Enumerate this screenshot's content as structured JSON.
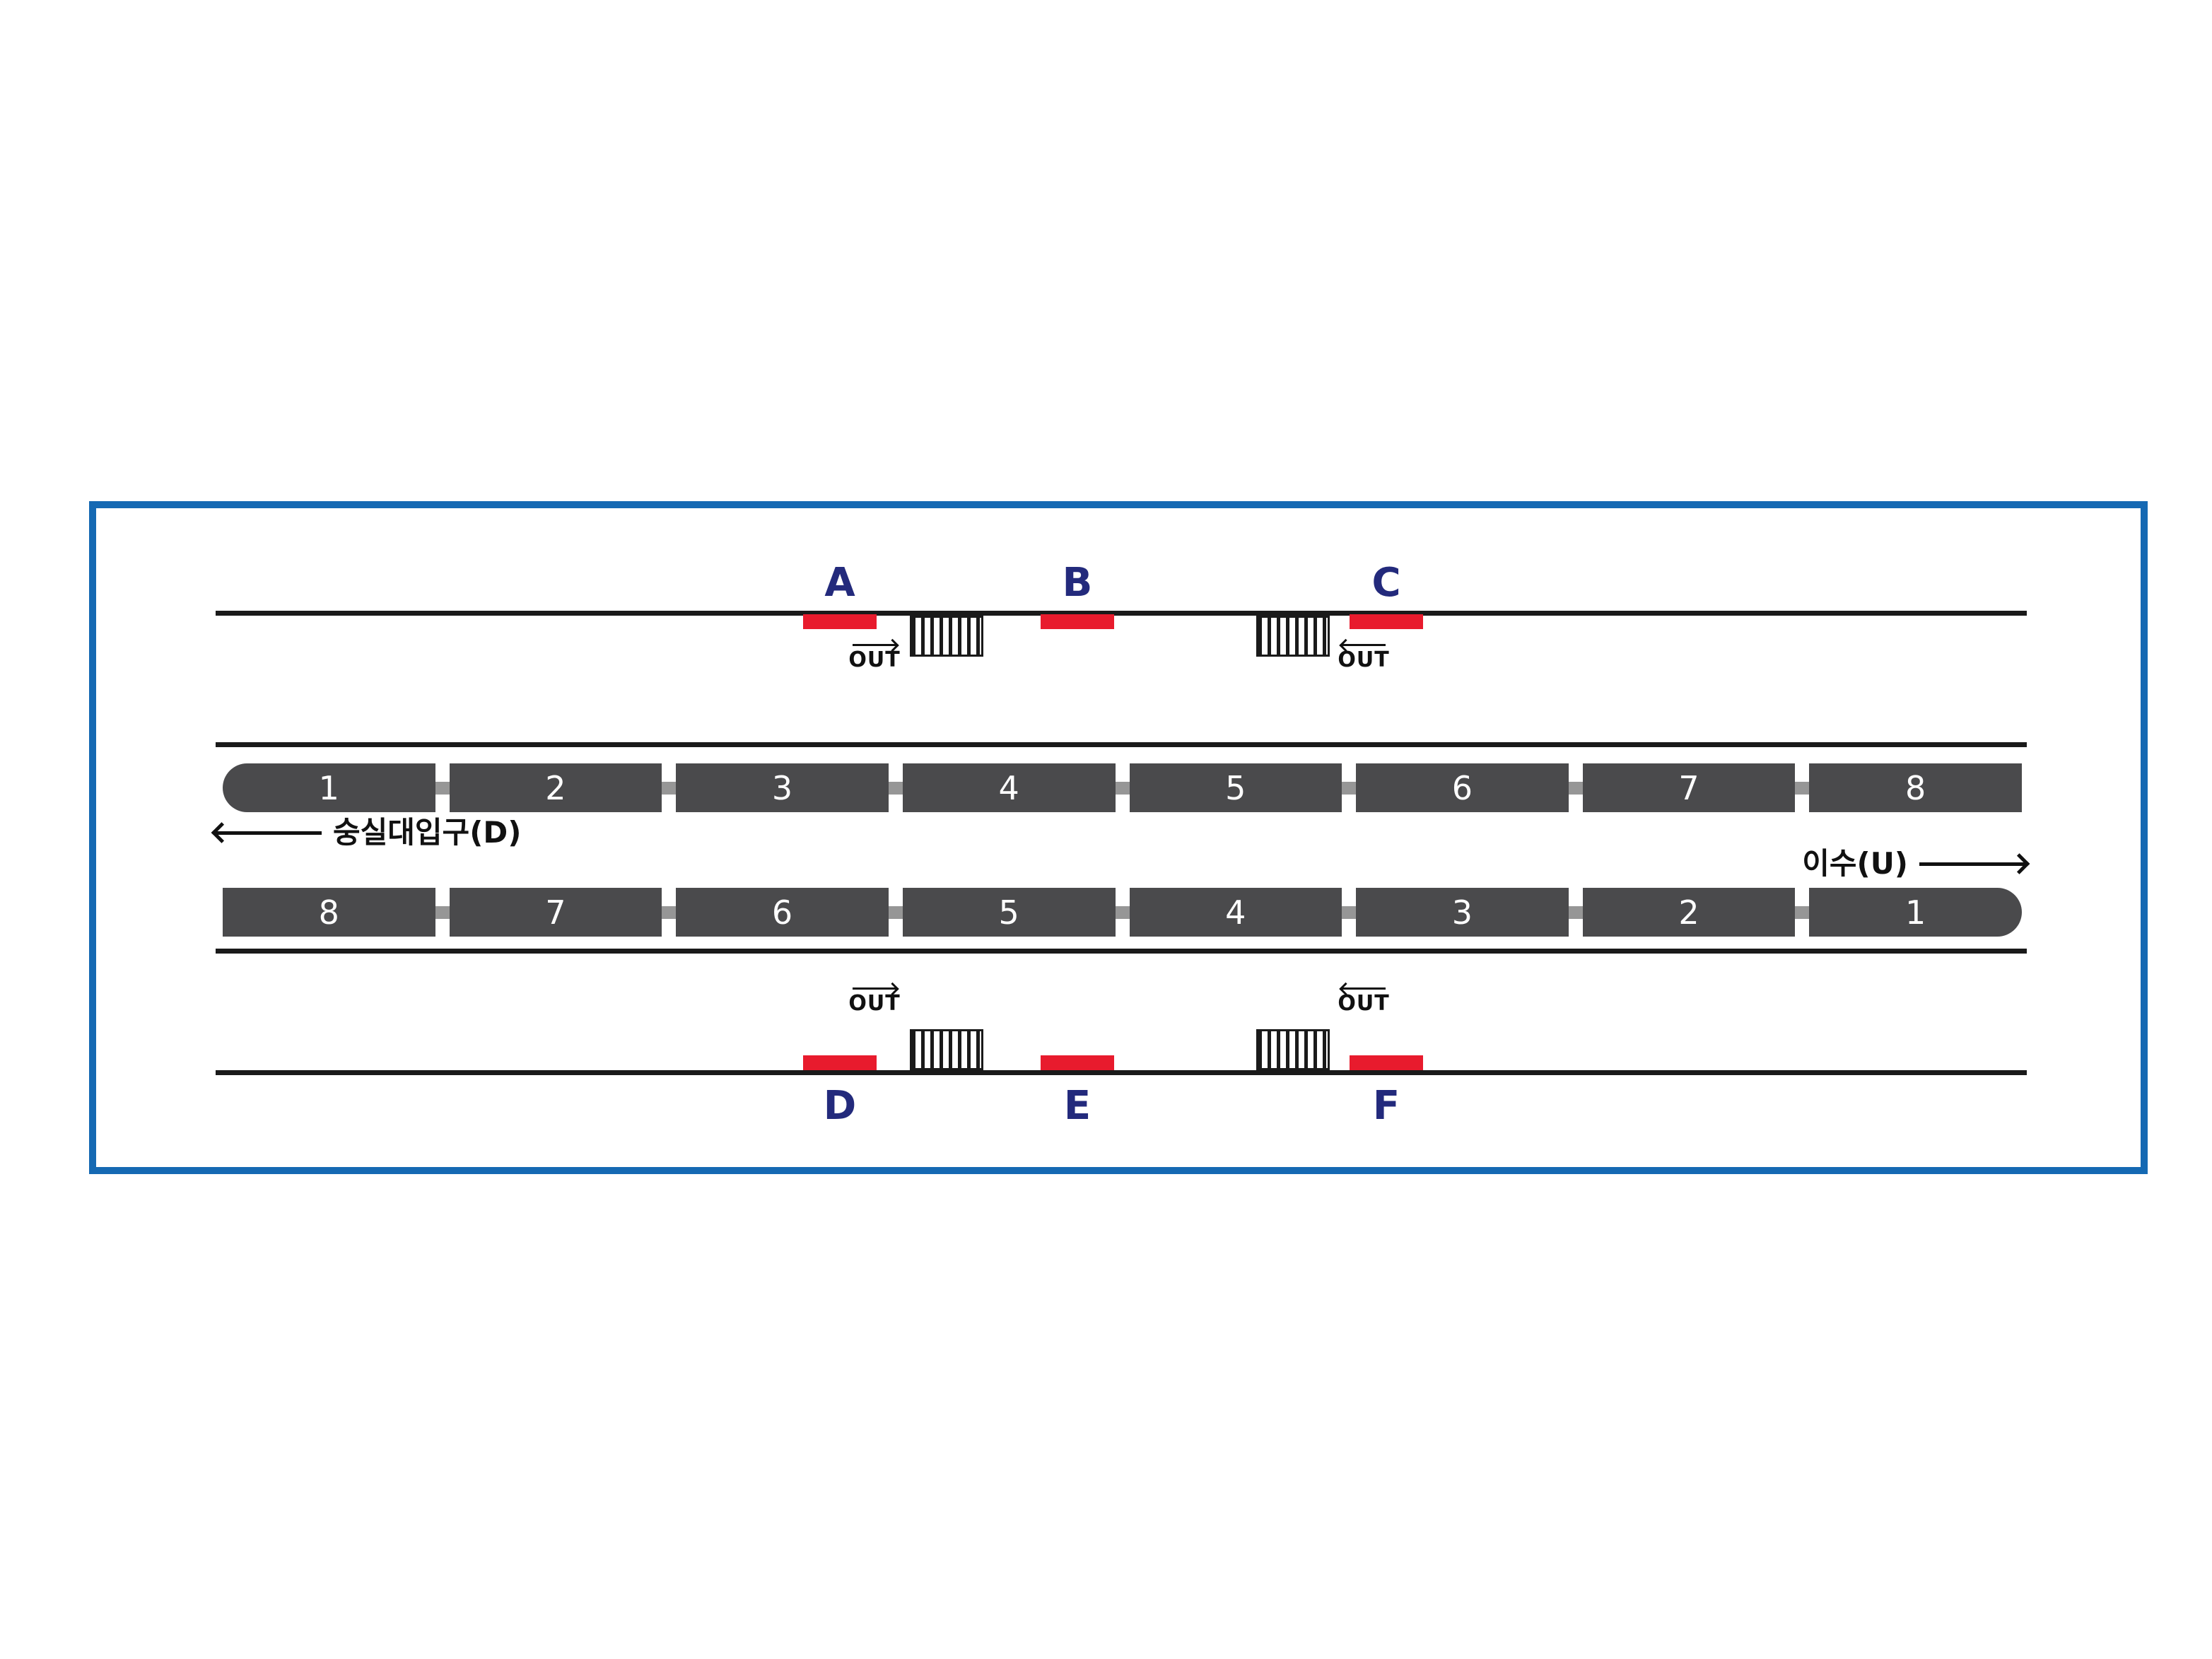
{
  "diagram": {
    "type": "subway-platform-exit-map",
    "out_label": "OUT",
    "directions": {
      "left": "숭실대입구(D)",
      "right": "이수(U)"
    },
    "exits": {
      "top": [
        {
          "label": "A"
        },
        {
          "label": "B"
        },
        {
          "label": "C"
        }
      ],
      "bottom": [
        {
          "label": "D"
        },
        {
          "label": "E"
        },
        {
          "label": "F"
        }
      ]
    },
    "trains": {
      "top": [
        "1",
        "2",
        "3",
        "4",
        "5",
        "6",
        "7",
        "8"
      ],
      "bottom": [
        "8",
        "7",
        "6",
        "5",
        "4",
        "3",
        "2",
        "1"
      ]
    },
    "colors": {
      "frame_border": "#1569b3",
      "exit_marker": "#e81b2d",
      "exit_letter": "#232a7c",
      "car_body": "#4a4a4c",
      "coupler": "#969696",
      "line": "#1a1a1a"
    }
  }
}
